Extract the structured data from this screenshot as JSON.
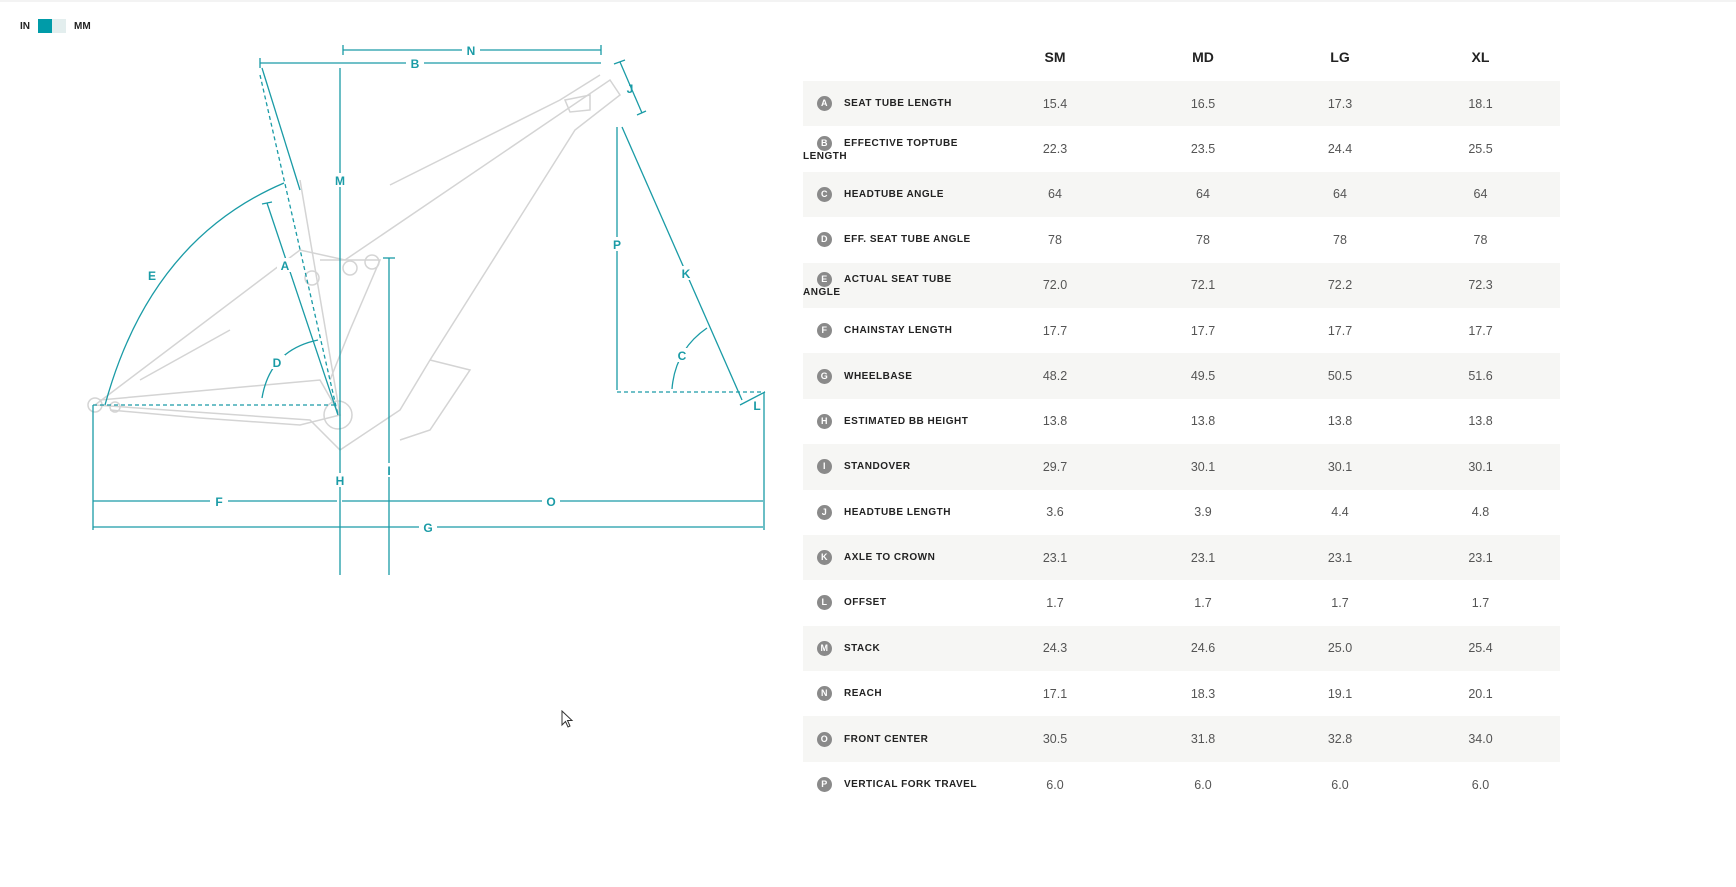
{
  "units": {
    "in_label": "IN",
    "mm_label": "MM",
    "selected": "IN",
    "accent": "#009ba8"
  },
  "diagram": {
    "labels": [
      "A",
      "B",
      "C",
      "D",
      "E",
      "F",
      "G",
      "H",
      "I",
      "J",
      "K",
      "L",
      "M",
      "N",
      "O",
      "P"
    ]
  },
  "table": {
    "columns": [
      "SM",
      "MD",
      "LG",
      "XL"
    ],
    "rows": [
      {
        "letter": "A",
        "name": "SEAT TUBE LENGTH",
        "values": [
          "15.4",
          "16.5",
          "17.3",
          "18.1"
        ]
      },
      {
        "letter": "B",
        "name": "EFFECTIVE TOPTUBE LENGTH",
        "values": [
          "22.3",
          "23.5",
          "24.4",
          "25.5"
        ]
      },
      {
        "letter": "C",
        "name": "HEADTUBE ANGLE",
        "values": [
          "64",
          "64",
          "64",
          "64"
        ]
      },
      {
        "letter": "D",
        "name": "EFF. SEAT TUBE ANGLE",
        "values": [
          "78",
          "78",
          "78",
          "78"
        ]
      },
      {
        "letter": "E",
        "name": "ACTUAL SEAT TUBE ANGLE",
        "values": [
          "72.0",
          "72.1",
          "72.2",
          "72.3"
        ]
      },
      {
        "letter": "F",
        "name": "CHAINSTAY LENGTH",
        "values": [
          "17.7",
          "17.7",
          "17.7",
          "17.7"
        ]
      },
      {
        "letter": "G",
        "name": "WHEELBASE",
        "values": [
          "48.2",
          "49.5",
          "50.5",
          "51.6"
        ]
      },
      {
        "letter": "H",
        "name": "ESTIMATED BB HEIGHT",
        "values": [
          "13.8",
          "13.8",
          "13.8",
          "13.8"
        ]
      },
      {
        "letter": "I",
        "name": "STANDOVER",
        "values": [
          "29.7",
          "30.1",
          "30.1",
          "30.1"
        ]
      },
      {
        "letter": "J",
        "name": "HEADTUBE LENGTH",
        "values": [
          "3.6",
          "3.9",
          "4.4",
          "4.8"
        ]
      },
      {
        "letter": "K",
        "name": "AXLE TO CROWN",
        "values": [
          "23.1",
          "23.1",
          "23.1",
          "23.1"
        ]
      },
      {
        "letter": "L",
        "name": "OFFSET",
        "values": [
          "1.7",
          "1.7",
          "1.7",
          "1.7"
        ]
      },
      {
        "letter": "M",
        "name": "STACK",
        "values": [
          "24.3",
          "24.6",
          "25.0",
          "25.4"
        ]
      },
      {
        "letter": "N",
        "name": "REACH",
        "values": [
          "17.1",
          "18.3",
          "19.1",
          "20.1"
        ]
      },
      {
        "letter": "O",
        "name": "FRONT CENTER",
        "values": [
          "30.5",
          "31.8",
          "32.8",
          "34.0"
        ]
      },
      {
        "letter": "P",
        "name": "VERTICAL FORK TRAVEL",
        "values": [
          "6.0",
          "6.0",
          "6.0",
          "6.0"
        ]
      }
    ]
  }
}
